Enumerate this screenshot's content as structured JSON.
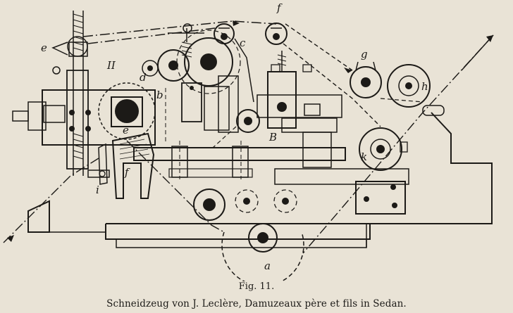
{
  "figure": {
    "label": "Fig. 11.",
    "caption": "Schneidzeug von J. Leclère, Damuzeaux père et fils in Sedan."
  },
  "part_labels": {
    "a": "a",
    "b": "b",
    "c": "c",
    "d": "d",
    "e": "e",
    "f": "f",
    "g": "g",
    "h": "h",
    "k": "k",
    "B": "B",
    "II": "II",
    "i": "i",
    "e2": "e",
    "f2": "f"
  },
  "colors": {
    "paper": "#e9e3d6",
    "ink": "#1c1a17"
  }
}
